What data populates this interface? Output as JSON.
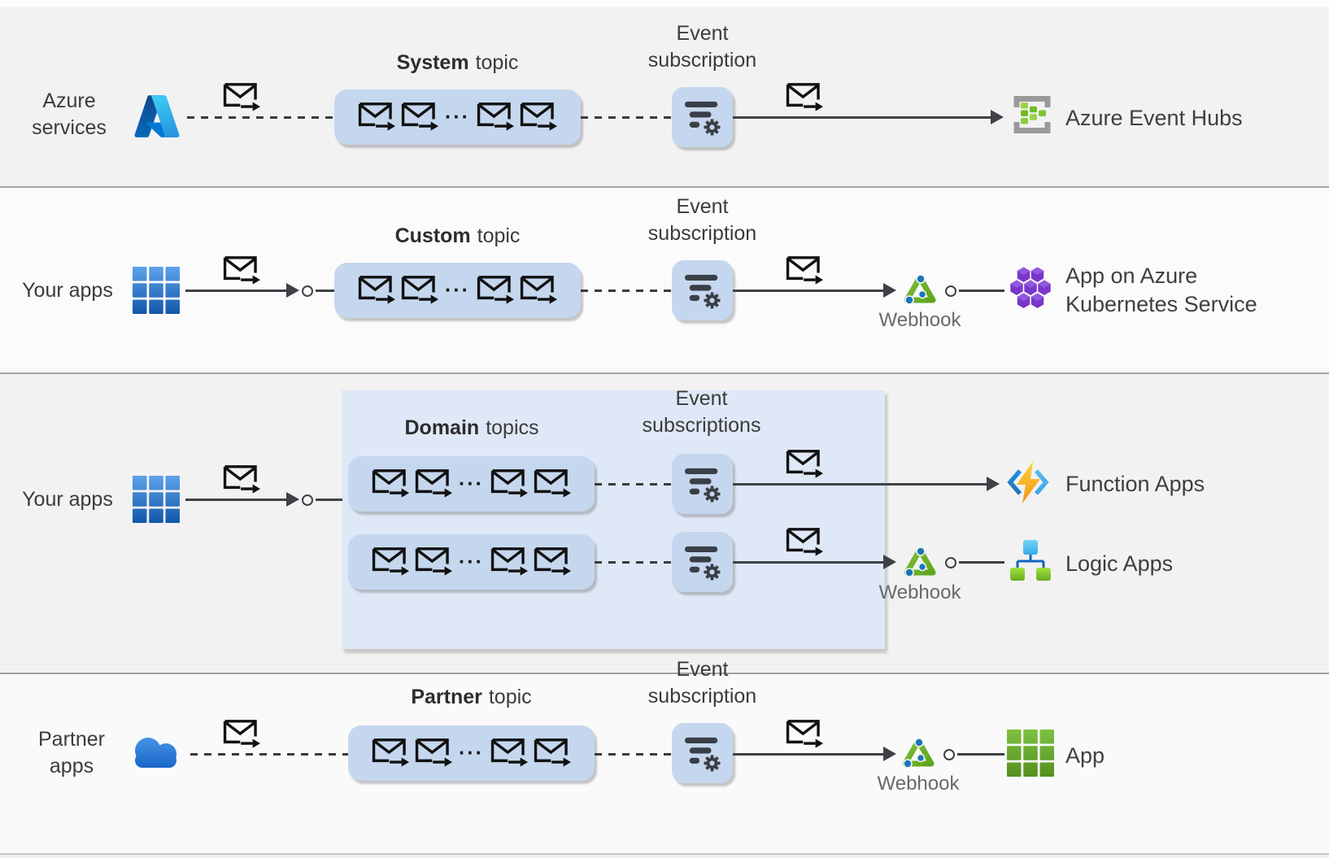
{
  "ellipsis": "···",
  "rows": {
    "system": {
      "source": {
        "line1": "Azure",
        "line2": "services"
      },
      "topic": {
        "bold": "System",
        "rest": "topic"
      },
      "subscription": {
        "line1": "Event",
        "line2": "subscription"
      },
      "target": {
        "name": "Azure Event Hubs"
      }
    },
    "custom": {
      "source": {
        "line1": "Your apps"
      },
      "topic": {
        "bold": "Custom",
        "rest": "topic"
      },
      "subscription": {
        "line1": "Event",
        "line2": "subscription"
      },
      "webhook": "Webhook",
      "target": {
        "line1": "App on Azure",
        "line2": "Kubernetes Service"
      }
    },
    "domain": {
      "source": {
        "line1": "Your apps"
      },
      "panel_title": {
        "bold": "Domain",
        "rest": "topics"
      },
      "subscription": {
        "line1": "Event",
        "line2": "subscriptions"
      },
      "target_top": {
        "name": "Function Apps"
      },
      "webhook": "Webhook",
      "target_bottom": {
        "name": "Logic Apps"
      }
    },
    "partner": {
      "source": {
        "line1": "Partner",
        "line2": "apps"
      },
      "topic": {
        "bold": "Partner",
        "rest": "topic"
      },
      "subscription": {
        "line1": "Event",
        "line2": "subscription"
      },
      "webhook": "Webhook",
      "target": {
        "name": "App"
      }
    }
  },
  "icons": {
    "azure_services": "azure-logo-icon",
    "your_apps": "apps-grid-icon",
    "partner_apps": "cloud-icon",
    "event_message": "envelope-arrow-icon",
    "event_subscription": "filter-gear-icon",
    "webhook": "webhook-icon",
    "azure_event_hubs": "event-hubs-icon",
    "function_apps": "function-apps-icon",
    "logic_apps": "logic-apps-icon",
    "aks": "aks-hexagons-icon",
    "app": "app-grid-green-icon"
  },
  "colors": {
    "topic_box": "#c5d7ee",
    "domain_panel": "#dfe8f6",
    "band_gray": "#f2f2f2",
    "band_light": "#fbfbfb",
    "line": "#3f4146",
    "webhook_green": "#6cb32a",
    "azure_blue": "#0078d4"
  }
}
